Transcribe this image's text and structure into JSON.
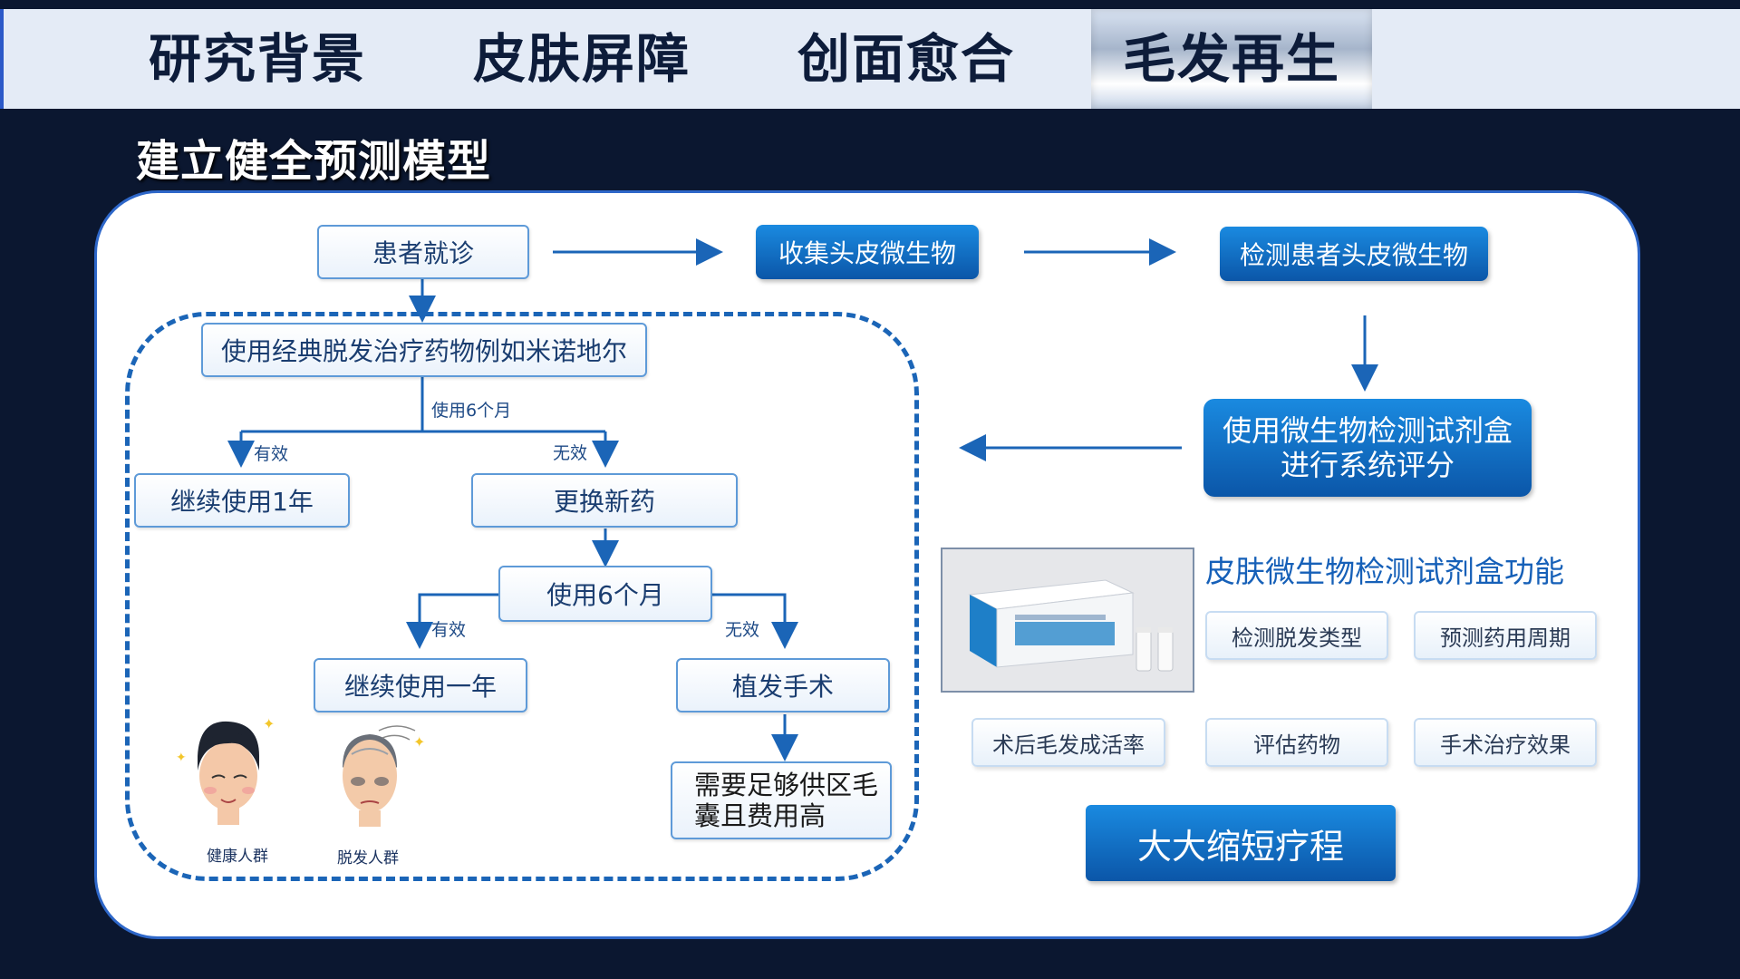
{
  "tabs": [
    {
      "label": "研究背景"
    },
    {
      "label": "皮肤屏障"
    },
    {
      "label": "创面愈合"
    },
    {
      "label": "毛发再生",
      "active": true
    }
  ],
  "section_title": "建立健全预测模型",
  "flow": {
    "visit": "患者就诊",
    "collect": "收集头皮微生物",
    "detect": "检测患者头皮微生物",
    "evaluate_line1": "使用微生物检测试剂盒",
    "evaluate_line2": "进行系统评分",
    "classic_drug": "使用经典脱发治疗药物例如米诺地尔",
    "six_months_label": "使用6个月",
    "effective": "有效",
    "ineffective": "无效",
    "continue_1y": "继续使用1年",
    "switch_drug": "更换新药",
    "six_months_box": "使用6个月",
    "effective_2": "有效",
    "ineffective_2": "无效",
    "continue_one_year": "继续使用一年",
    "transplant": "植发手术",
    "transplant_note_line1": "需要足够供区毛",
    "transplant_note_line2": "囊且费用高"
  },
  "people": {
    "healthy": "健康人群",
    "hair_loss": "脱发人群"
  },
  "kit": {
    "title": "皮肤微生物检测试剂盒功能",
    "functions": [
      "检测脱发类型",
      "预测药用周期",
      "术后毛发成活率",
      "评估药物",
      "手术治疗效果"
    ]
  },
  "conclusion": "大大缩短疗程",
  "colors": {
    "accent_blue": "#1b65b7",
    "background": "#0b1730",
    "button_gradient_top": "#1a8ae0",
    "button_gradient_bottom": "#0b56a8"
  },
  "icons": [
    "arrow-right-icon",
    "arrow-down-icon",
    "arrow-left-icon",
    "sparkle-icon"
  ]
}
